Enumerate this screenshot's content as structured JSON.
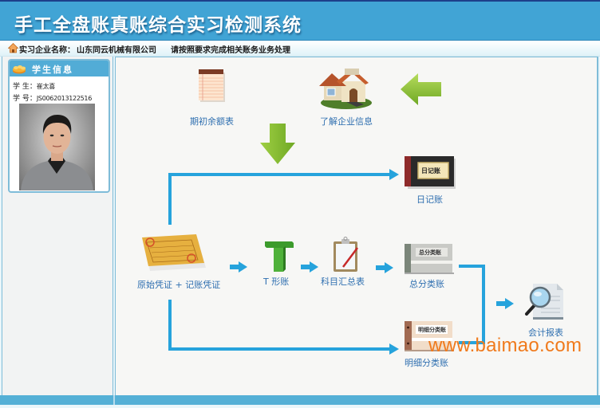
{
  "header": {
    "title": "手工全盘账真账综合实习检测系统"
  },
  "infobar": {
    "company_label": "实习企业名称：",
    "company_name": "山东同云机械有限公司",
    "instruction": "请按照要求完成相关账务业务处理"
  },
  "student": {
    "card_title": "学生信息",
    "name_label": "学  生：",
    "name_value": "崔太喜",
    "id_label": "学  号：",
    "id_value": "JS0062013122516"
  },
  "flow": {
    "opening_balance": "期初余额表",
    "company_info": "了解企业信息",
    "journal": "日记账",
    "vouchers": "原始凭证 + 记账凭证",
    "t_account": "T 形账",
    "summary": "科目汇总表",
    "general_ledger": "总分类账",
    "subsidiary_ledger": "明细分类账",
    "financial_report": "会计报表",
    "journal_book_title": "日记账",
    "general_book_title": "总分类账",
    "subsidiary_book_title": "明细分类账"
  },
  "colors": {
    "header_bg": "#41a4d5",
    "flow_line": "#26a3dc",
    "label_blue": "#2f6fb0",
    "green_arrow": "#8cc63f",
    "watermark": "#f07a1c"
  },
  "watermark": "www.baimao.com"
}
